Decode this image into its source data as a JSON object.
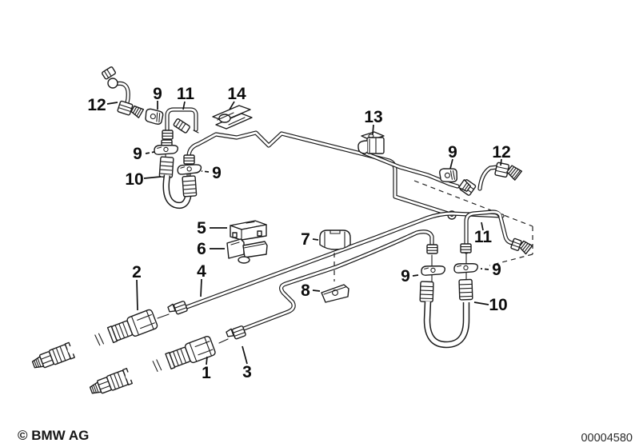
{
  "figure": {
    "copyright": "© BMW AG",
    "image_number": "00004580"
  },
  "callouts": [
    {
      "text": "12"
    },
    {
      "text": "9"
    },
    {
      "text": "11"
    },
    {
      "text": "14"
    },
    {
      "text": "13"
    },
    {
      "text": "9"
    },
    {
      "text": "12"
    },
    {
      "text": "9"
    },
    {
      "text": "10"
    },
    {
      "text": "9"
    },
    {
      "text": "5"
    },
    {
      "text": "6"
    },
    {
      "text": "7"
    },
    {
      "text": "8"
    },
    {
      "text": "11"
    },
    {
      "text": "9"
    },
    {
      "text": "9"
    },
    {
      "text": "10"
    },
    {
      "text": "2"
    },
    {
      "text": "4"
    },
    {
      "text": "1"
    },
    {
      "text": "3"
    }
  ]
}
